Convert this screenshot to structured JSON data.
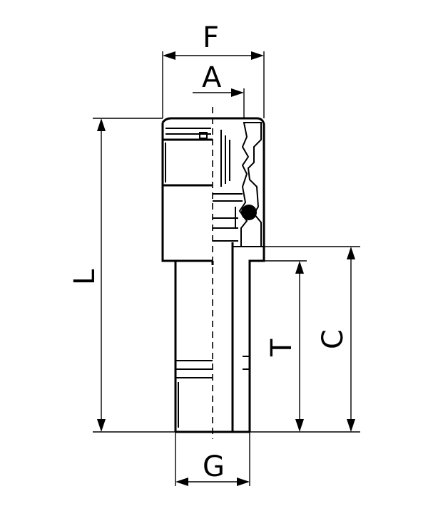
{
  "dimensions": {
    "F": "F",
    "A": "A",
    "L": "L",
    "T": "T",
    "C": "C",
    "G": "G"
  }
}
